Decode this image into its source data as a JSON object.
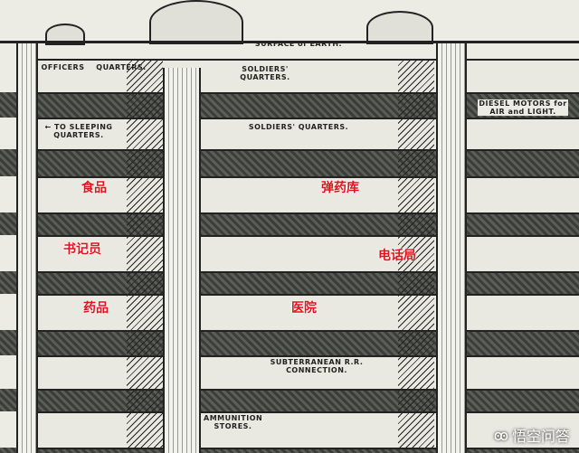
{
  "labels": {
    "surface": "SURFACE of EARTH.",
    "officers": "OFFICERS",
    "quarters": "QUARTERS.",
    "soldiers_top": "SOLDIERS' QUARTERS.",
    "diesel": "DIESEL MOTORS for AIR and LIGHT.",
    "sleeping": "← TO SLEEPING QUARTERS.",
    "soldiers_2": "SOLDIERS' QUARTERS.",
    "subterranean": "SUBTERRANEAN R.R. CONNECTION.",
    "ammunition": "AMMUNITION STORES."
  },
  "annotations": {
    "food": "食品",
    "ammo_depot": "弹药库",
    "clerk": "书记员",
    "telephone": "电话局",
    "medicine": "药品",
    "hospital": "医院"
  },
  "watermark": "悟空问答"
}
